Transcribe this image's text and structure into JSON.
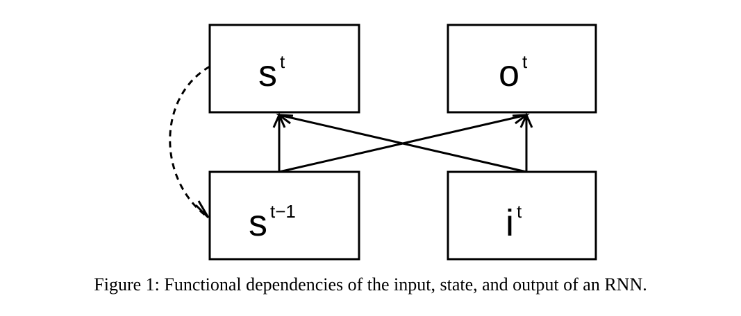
{
  "nodes": {
    "state_current": {
      "main": "s",
      "sup": "t"
    },
    "output_current": {
      "main": "o",
      "sup": "t"
    },
    "state_previous": {
      "main": "s",
      "sup": "t−1"
    },
    "input_current": {
      "main": "i",
      "sup": "t"
    }
  },
  "caption": "Figure 1:  Functional dependencies of the input, state, and output of an RNN."
}
